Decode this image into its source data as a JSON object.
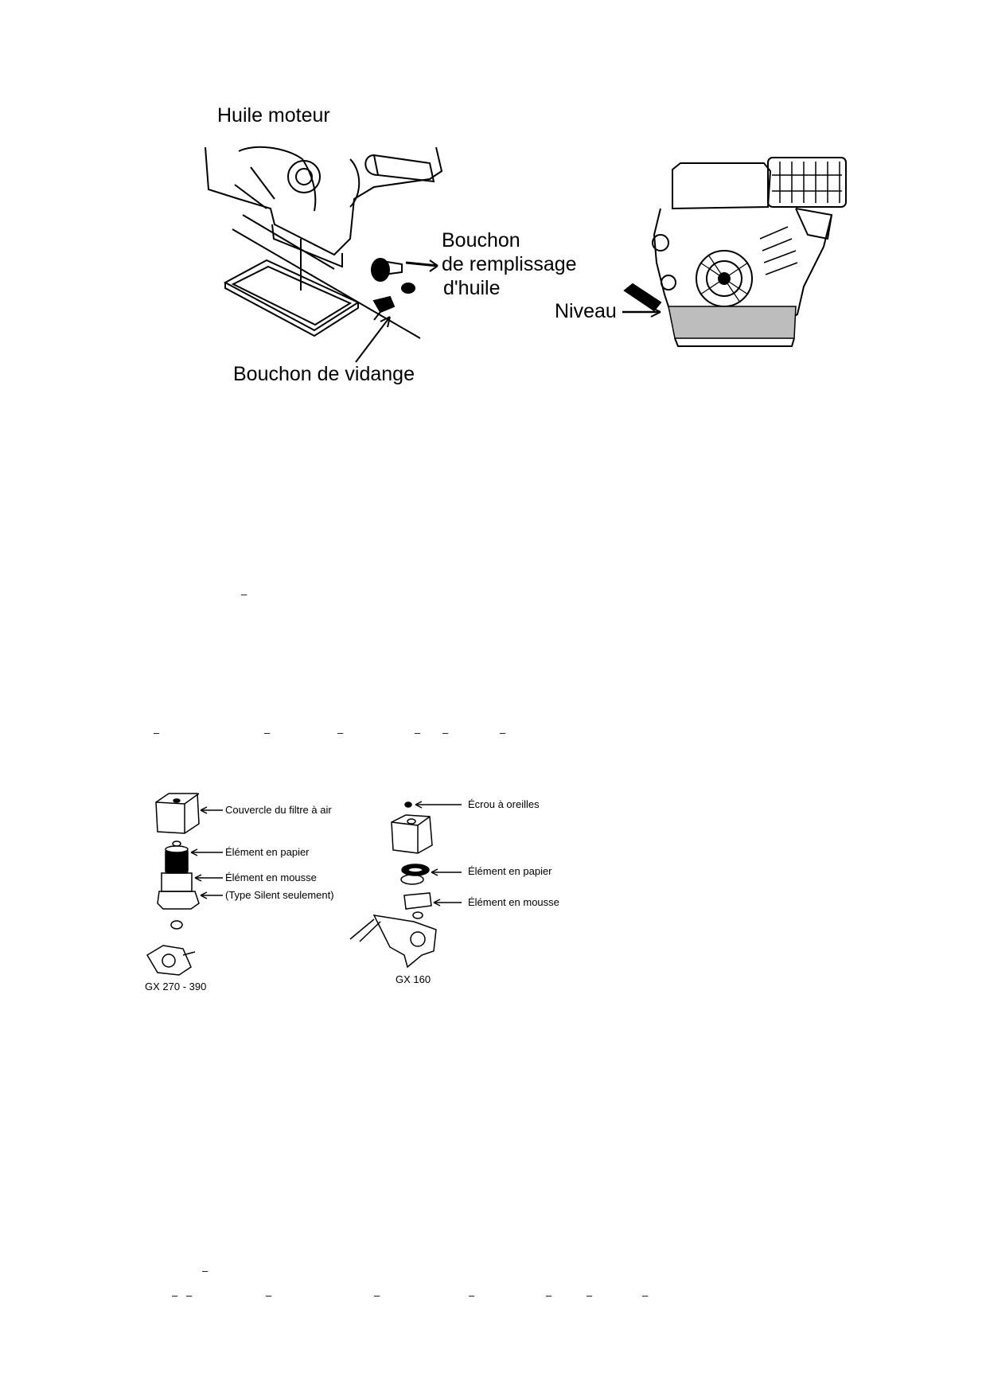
{
  "oil_figure": {
    "title": "Huile moteur",
    "filler_cap_line1": "Bouchon",
    "filler_cap_line2": "de remplissage",
    "filler_cap_line3": "d'huile",
    "drain_plug": "Bouchon de vidange",
    "level": "Niveau"
  },
  "air_filter_figure": {
    "gx270": {
      "cover": "Couvercle du filtre à air",
      "paper": "Élément en papier",
      "foam": "Élément en mousse",
      "silent_note": "(Type Silent seulement)",
      "model": "GX 270 - 390"
    },
    "gx160": {
      "wing_nut": "Écrou à oreilles",
      "paper": "Élément en papier",
      "foam": "Élément en mousse",
      "model": "GX 160"
    }
  },
  "dash_marks": "–"
}
